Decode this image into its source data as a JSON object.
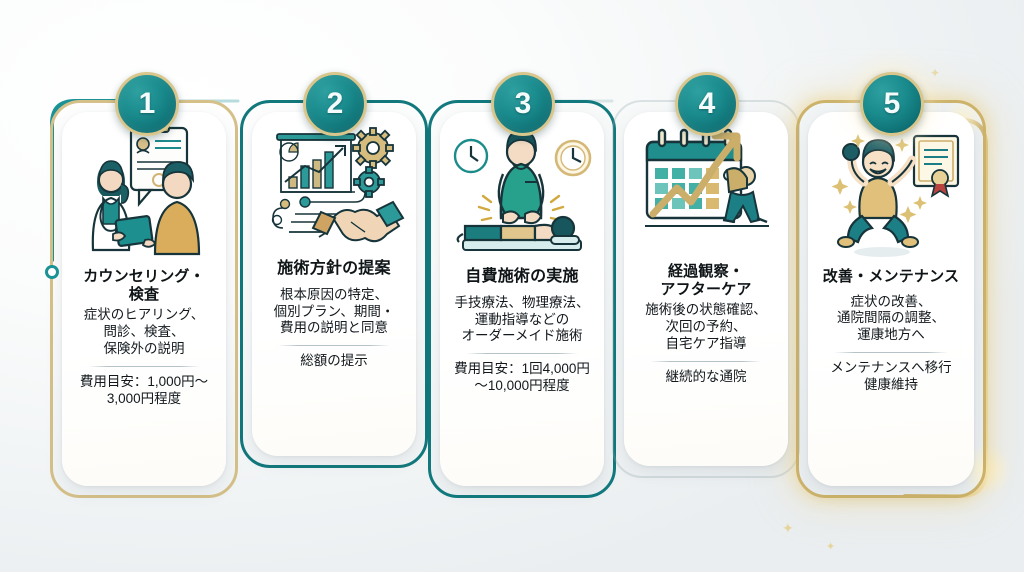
{
  "meta": {
    "graphic_type": "5-step process infographic",
    "accent_teal": "#127a7e",
    "accent_gold": "#cdb36a",
    "badge_teal": "#1a8b8d",
    "background": "#f2f5f6"
  },
  "steps": [
    {
      "number": "1",
      "icon": "doctor-patient-consultation-icon",
      "title": "カウンセリング・\n検査",
      "title_lines": [
        "カウンセリング・",
        "検査"
      ],
      "description_lines": [
        "症状のヒアリング、",
        "問診、検査、",
        "保険外の説明"
      ],
      "note_lines": [
        "費用目安：1,000円～",
        "3,000円程度"
      ],
      "frame_color": "#cdb36a",
      "frame_style": "gold"
    },
    {
      "number": "2",
      "icon": "chart-gears-handshake-icon",
      "title": "施術方針の提案",
      "title_lines": [
        "施術方針の提案"
      ],
      "description_lines": [
        "根本原因の特定、",
        "個別プラン、期間・",
        "費用の説明と同意"
      ],
      "note_lines": [
        "総額の提示"
      ],
      "frame_color": "#12787c",
      "frame_style": "teal"
    },
    {
      "number": "3",
      "icon": "therapist-treatment-clock-icon",
      "title": "自費施術の実施",
      "title_lines": [
        "自費施術の実施"
      ],
      "description_lines": [
        "手技療法、物理療法、",
        "運動指導などの",
        "オーダーメイド施術"
      ],
      "note_lines": [
        "費用目安：1回4,000円",
        "～10,000円程度"
      ],
      "frame_color": "#127a7e",
      "frame_style": "teal"
    },
    {
      "number": "4",
      "icon": "calendar-growth-stretching-icon",
      "title": "経過観察・\nアフターケア",
      "title_lines": [
        "経過観察・",
        "アフターケア"
      ],
      "description_lines": [
        "施術後の状態確認、",
        "次回の予約、",
        "自宅ケア指導"
      ],
      "note_lines": [
        "継続的な通院"
      ],
      "frame_color": "rgba(150,170,175,.30)",
      "frame_style": "faint"
    },
    {
      "number": "5",
      "icon": "celebration-certificate-icon",
      "title": "改善・メンテナンス",
      "title_lines": [
        "改善・メンテナンス"
      ],
      "description_lines": [
        "症状の改善、",
        "通院間隔の調整、",
        "運康地方へ"
      ],
      "note_lines": [
        "メンテナンスへ移行",
        "健康維持"
      ],
      "frame_color": "#cdb36a",
      "frame_style": "gold-glow"
    }
  ]
}
